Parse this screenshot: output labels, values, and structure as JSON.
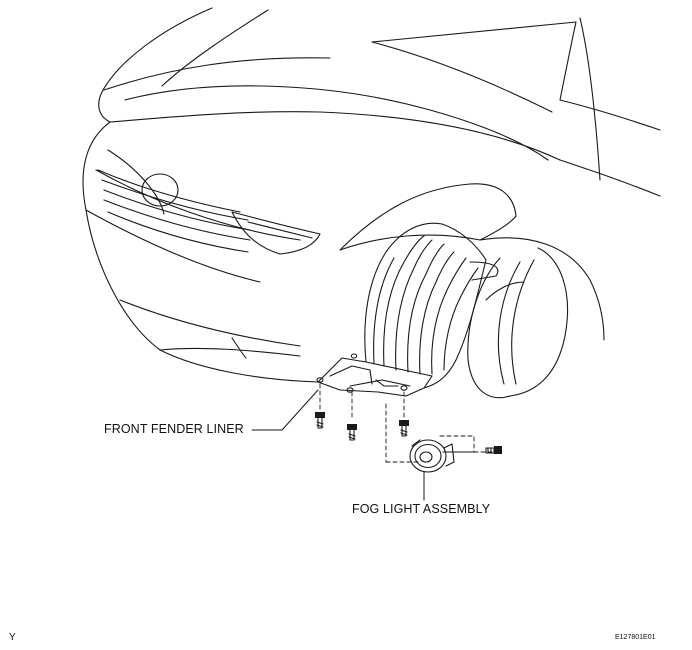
{
  "callouts": {
    "front_fender_liner": "FRONT FENDER LINER",
    "fog_light_assembly": "FOG LIGHT ASSEMBLY"
  },
  "footer": {
    "code": "Y",
    "figure_id": "E127801E01"
  },
  "colors": {
    "line": "#1a1a1a",
    "background": "#ffffff"
  }
}
